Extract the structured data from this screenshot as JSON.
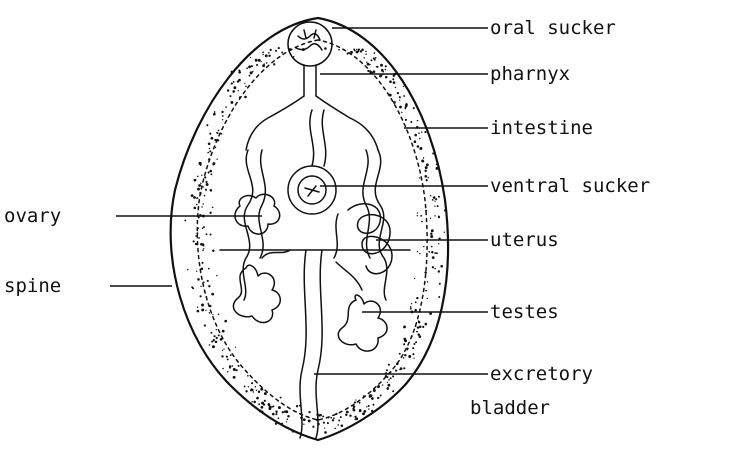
{
  "diagram": {
    "labels": {
      "oral_sucker": "oral sucker",
      "pharynx": "pharnyx",
      "intestine": "intestine",
      "ventral_sucker": "ventral sucker",
      "ovary": "ovary",
      "uterus": "uterus",
      "spine": "spine",
      "testes": "testes",
      "excretory_line1": "excretory",
      "excretory_line2": "bladder"
    },
    "colors": {
      "ink": "#111111",
      "background": "#ffffff"
    }
  }
}
